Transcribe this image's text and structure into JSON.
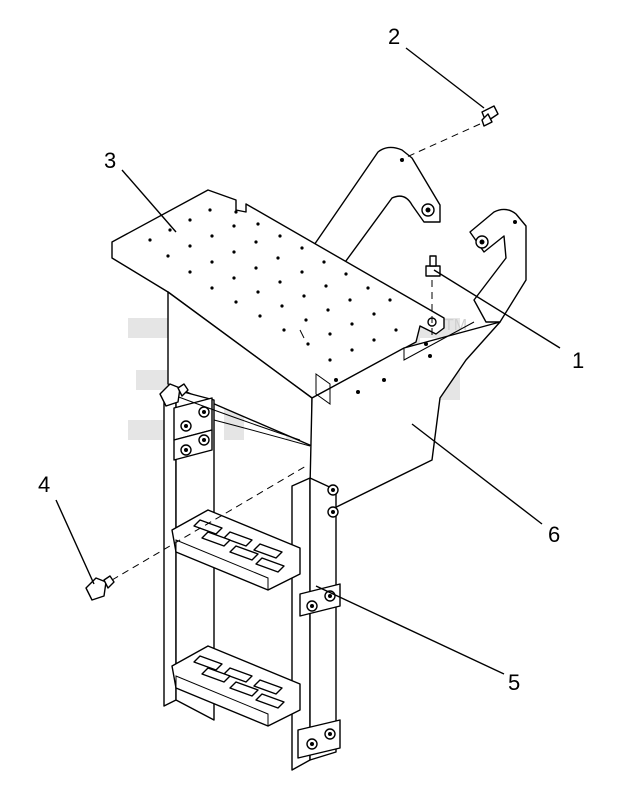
{
  "callouts": [
    {
      "id": "1",
      "label": "1"
    },
    {
      "id": "2",
      "label": "2"
    },
    {
      "id": "3",
      "label": "3"
    },
    {
      "id": "4",
      "label": "4"
    },
    {
      "id": "5",
      "label": "5"
    },
    {
      "id": "6",
      "label": "6"
    }
  ],
  "watermark": {
    "trademark": "TM"
  }
}
